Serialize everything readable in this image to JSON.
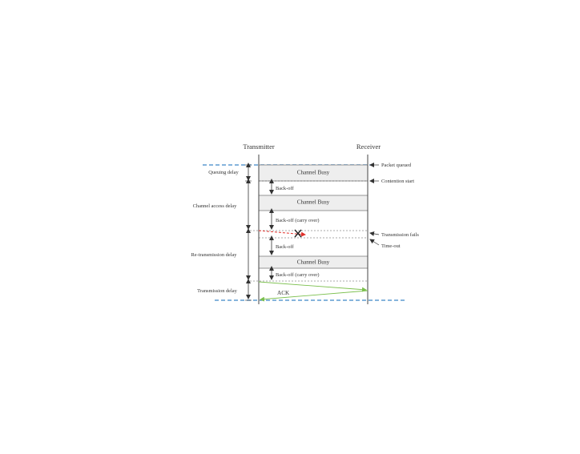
{
  "diagram": {
    "transmitter_label": "Transmitter",
    "receiver_label": "Receiver",
    "bands": {
      "channel_busy_1": "Channel Busy",
      "channel_busy_2": "Channel Busy",
      "channel_busy_3": "Channel Busy"
    },
    "backoffs": {
      "backoff_1": "Back-off",
      "backoff_2": "Back-off (carry over)",
      "backoff_3": "Back-off",
      "backoff_4": "Back-off (carry over)"
    },
    "ack_label": "ACK",
    "right_annotations": {
      "packet_queued": "Packet queued",
      "contention_start": "Contention start",
      "transmission_fails": "Transmission fails",
      "time_out": "Time-out"
    },
    "delays": {
      "queuing": "Queuing delay",
      "channel_access": "Channel access delay",
      "retransmission": "Re-transmission delay",
      "transmission": "Transmission delay"
    },
    "colors": {
      "band_fill": "#eeeeee",
      "boundary_line": "#3d86c6",
      "failed_frame": "#e0302a",
      "ack_line": "#7cc04e",
      "ink": "#333333"
    }
  }
}
